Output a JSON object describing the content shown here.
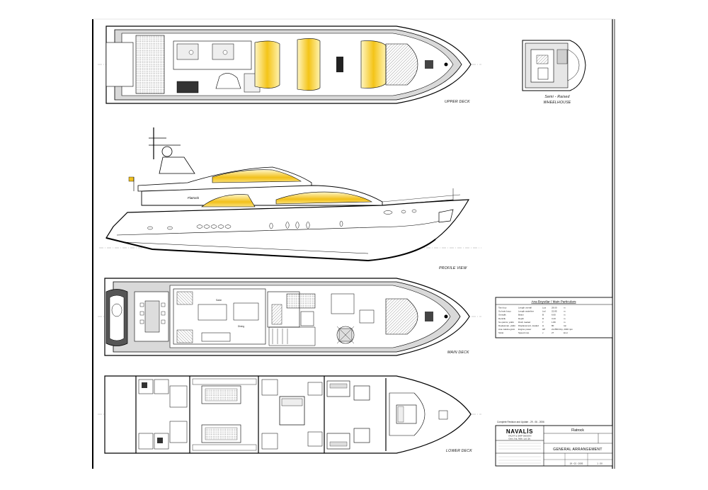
{
  "views": {
    "upper_deck": "UPPER DECK",
    "wheelhouse_line1": "Semi - Raised",
    "wheelhouse_line2": "WHEELHOUSE",
    "profile": "PROFILE VIEW",
    "main_deck": "MAIN DECK",
    "lower_deck": "LOWER DECK"
  },
  "yacht_name": "Flatrock",
  "main_deck_rooms": {
    "salon": "Salon",
    "dining": "Dining"
  },
  "particulars": {
    "title": "Ana Boyutlar / Main Particulars",
    "rows": [
      {
        "tr": "Tam boy",
        "en": "Length overall",
        "sym": "Loa",
        "val": "28.00",
        "unit": "m"
      },
      {
        "tr": "Su hattı boyu",
        "en": "Length waterline",
        "sym": "Lwl",
        "val": "22.85",
        "unit": "m"
      },
      {
        "tr": "Genişlik",
        "en": "Beam",
        "sym": "B",
        "val": "6.60",
        "unit": "m"
      },
      {
        "tr": "Derinlik",
        "en": "Depth",
        "sym": "D",
        "val": "3.43",
        "unit": "m"
      },
      {
        "tr": "Su çekimi, yüklü",
        "en": "Draft, loaded",
        "sym": "T",
        "val": "1.80",
        "unit": "m"
      },
      {
        "tr": "Deplasman, yüklü",
        "en": "Displacement, loaded",
        "sym": "Δ",
        "val": "80",
        "unit": "ton"
      },
      {
        "tr": "Ana makina gücü",
        "en": "Engine power",
        "sym": "HP",
        "val": "2x1550 bhp, 2300 rpm",
        "unit": ""
      },
      {
        "tr": "Sürat",
        "en": "Speed max.",
        "sym": "v",
        "val": "27",
        "unit": "knot"
      }
    ]
  },
  "revision_note": "Complete Revision and Update - 29 - 06 - 2006",
  "title_block": {
    "company": "NAVALİS",
    "company_sub1": "YACHT & SHIP DESIGN",
    "company_sub2": "Gem. İnş. Müh. Ltd. Şti.",
    "project": "Flatrock",
    "drawing_title": "GENERAL ARRANGEMENT",
    "date": "18 - 02 - 2005",
    "scale": "1 : 50"
  }
}
